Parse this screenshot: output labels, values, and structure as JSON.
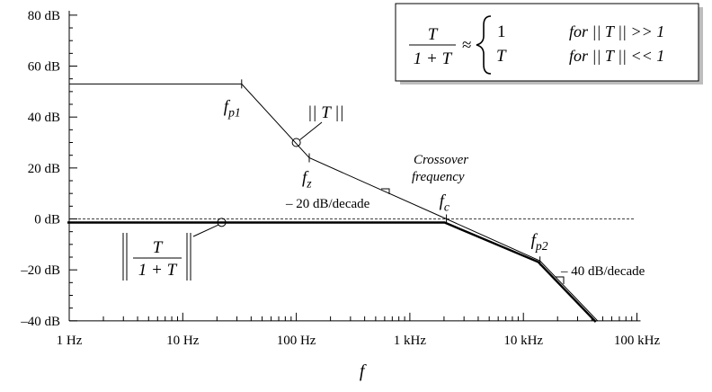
{
  "chart_data": {
    "type": "line",
    "title": "",
    "xlabel": "f",
    "ylabel": "",
    "x_scale": "log",
    "xlim": [
      "1 Hz",
      "100 kHz"
    ],
    "ylim": [
      -40,
      80
    ],
    "x_ticks": [
      "1 Hz",
      "10 Hz",
      "100 Hz",
      "1 kHz",
      "10 kHz",
      "100 kHz"
    ],
    "y_ticks": [
      "80 dB",
      "60 dB",
      "40 dB",
      "20 dB",
      "0 dB",
      "–20 dB",
      "–40 dB"
    ],
    "reference_line": {
      "y": 0,
      "style": "dashed"
    },
    "series": [
      {
        "name": "|| T ||",
        "x_hz": [
          1,
          33,
          130,
          2100,
          14000,
          45000
        ],
        "y_db": [
          53,
          53,
          24,
          0,
          -16.5,
          -40
        ]
      },
      {
        "name": "T / (1 + T)",
        "x_hz": [
          1,
          2100,
          14000,
          45000
        ],
        "y_db": [
          -1,
          -1,
          -16.5,
          -40
        ]
      }
    ],
    "annotations": {
      "fp1": {
        "main": "f",
        "sub": "p1"
      },
      "fz": {
        "main": "f",
        "sub": "z"
      },
      "fc": {
        "main": "f",
        "sub": "c"
      },
      "fp2": {
        "main": "f",
        "sub": "p2"
      },
      "crossover_line1": "Crossover",
      "crossover_line2": "frequency",
      "slope1": "– 20 dB/decade",
      "slope2": "– 40 dB/decade",
      "normT": "|| T ||",
      "closed_num": "T",
      "closed_den": "1 + T"
    },
    "equation": {
      "lhs_num": "T",
      "lhs_den": "1 + T",
      "approx": "≈",
      "case1_value": "1",
      "case1_cond": "for || T || >> 1",
      "case2_value": "T",
      "case2_cond": "for || T || << 1"
    }
  }
}
